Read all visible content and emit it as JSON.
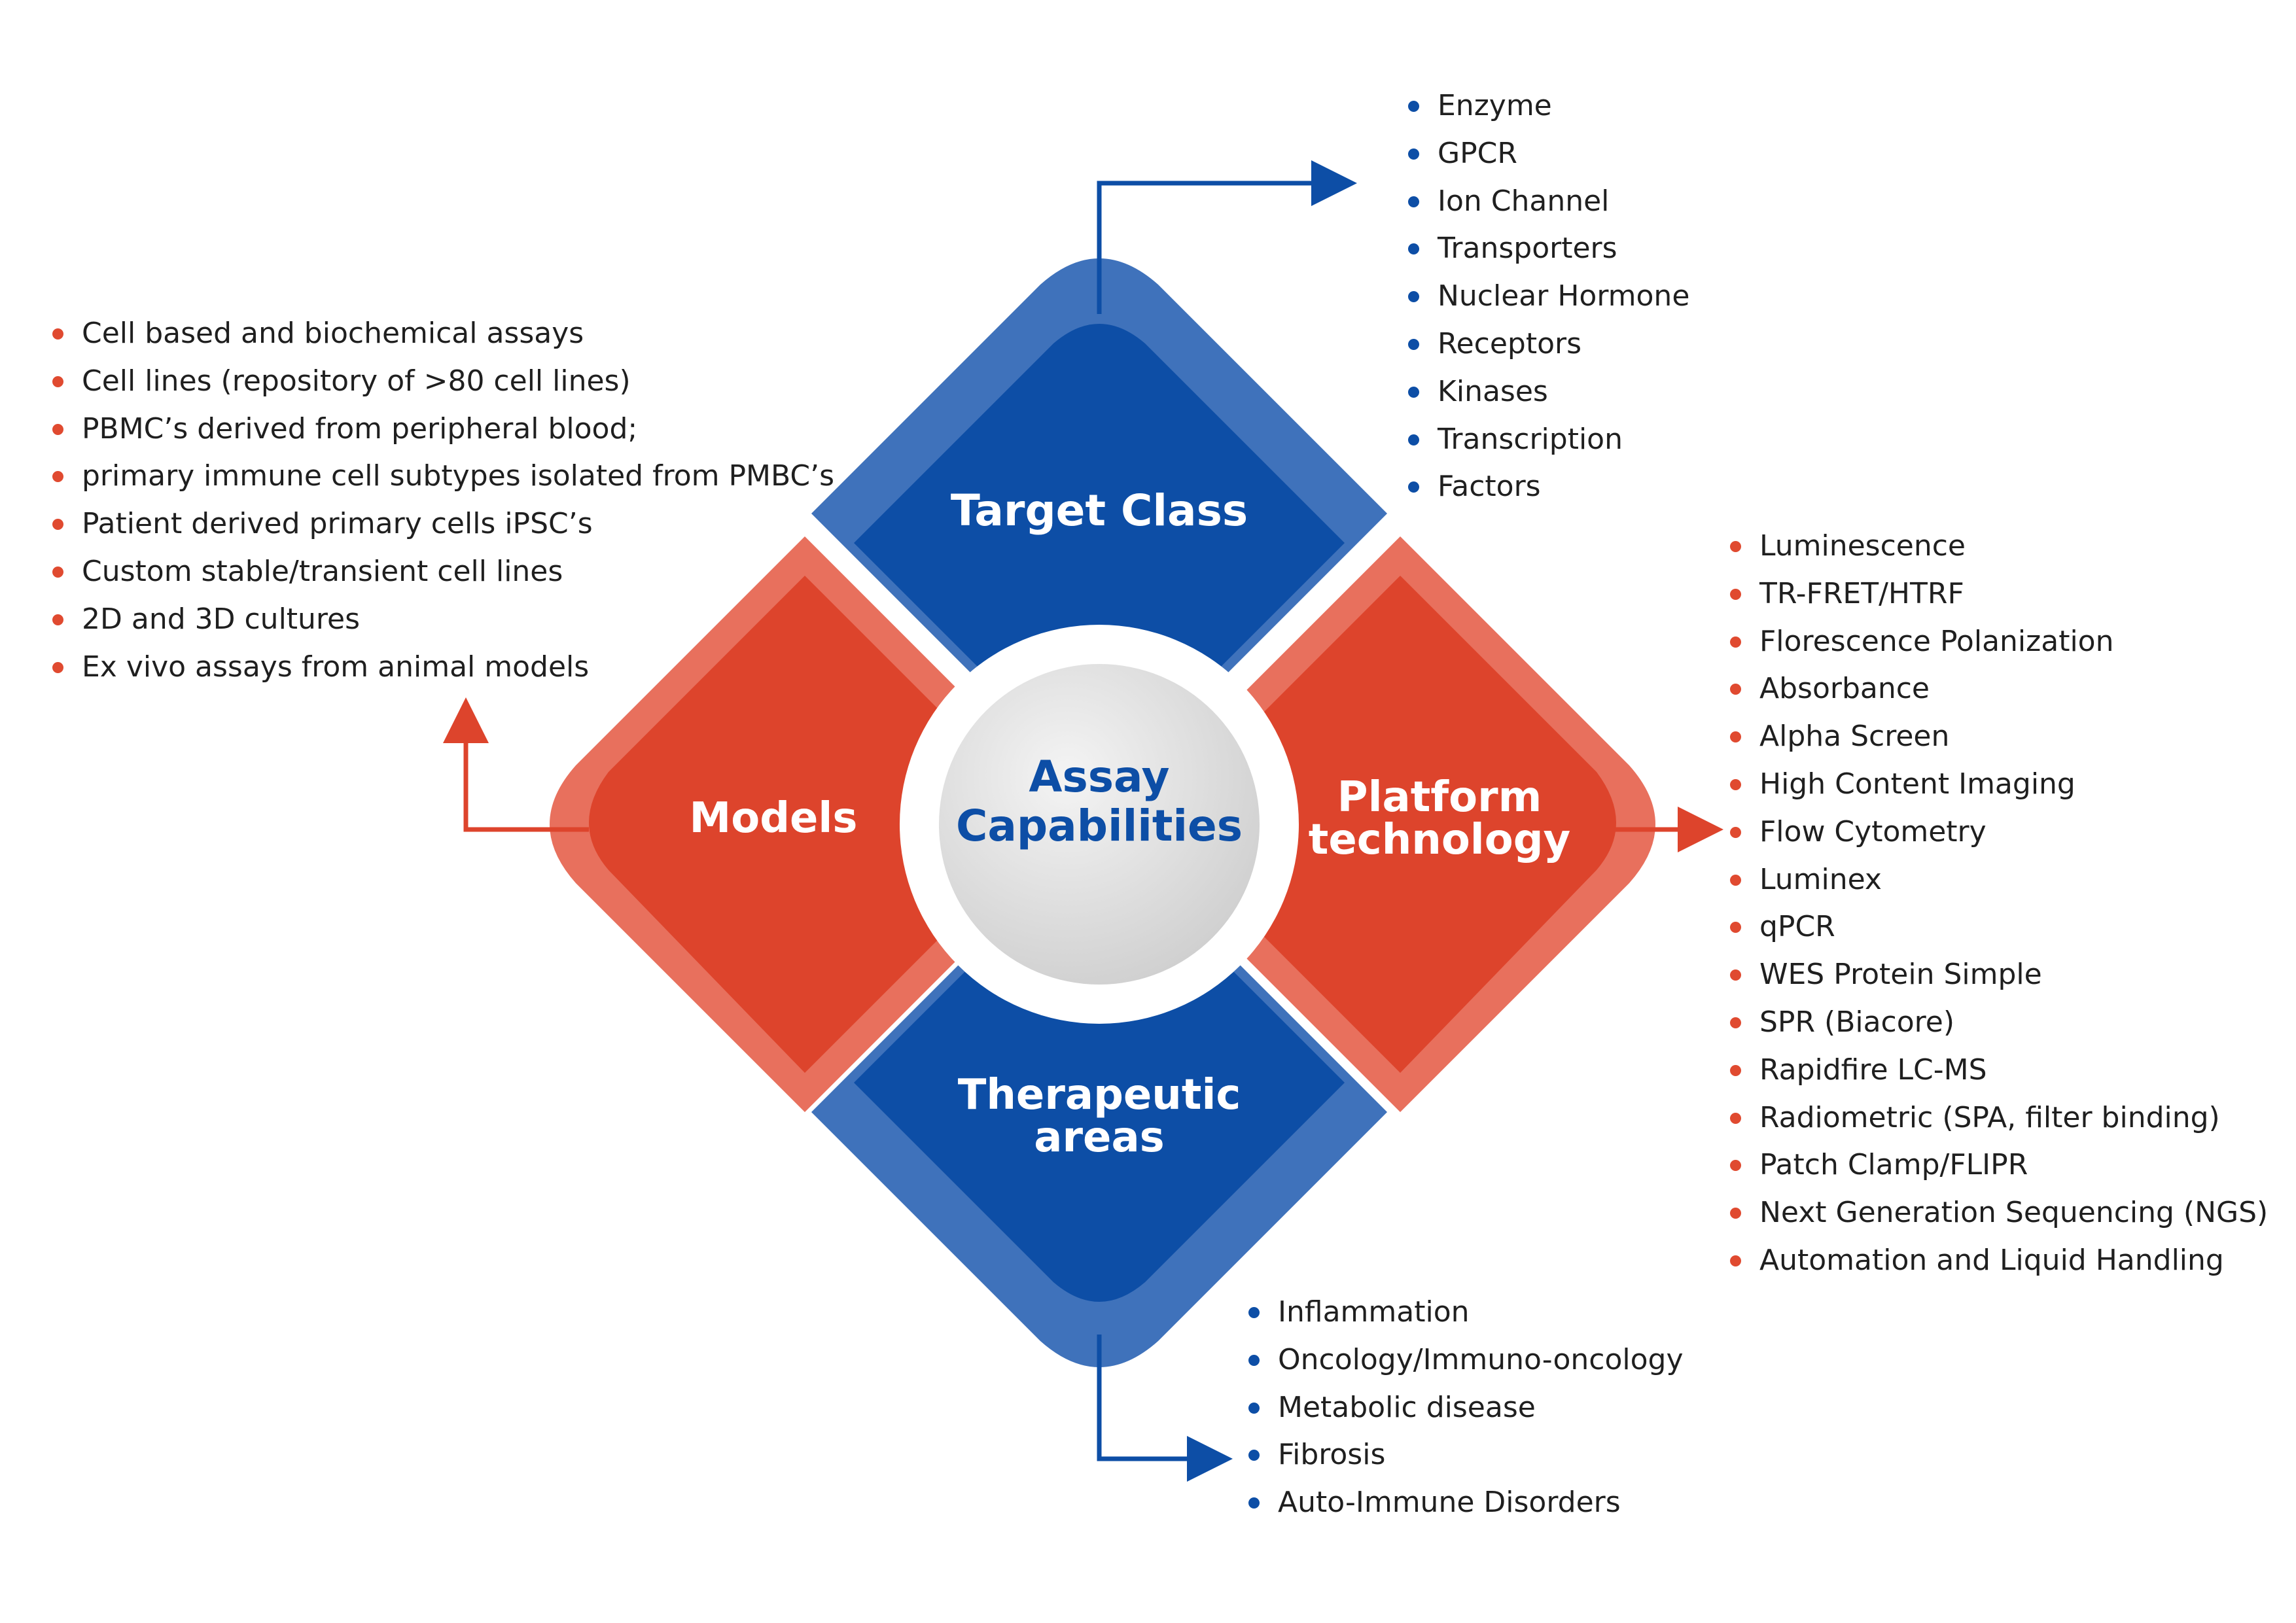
{
  "center": {
    "line1": "Assay",
    "line2": "Capabilities"
  },
  "quadrants": {
    "target_class": {
      "label": "Target Class"
    },
    "models": {
      "label": "Models"
    },
    "platform": {
      "line1": "Platform",
      "line2": "technology"
    },
    "therapeutic": {
      "line1": "Therapeutic",
      "line2": "areas"
    }
  },
  "lists": {
    "target_class": [
      "Enzyme",
      "GPCR",
      "Ion Channel",
      "Transporters",
      "Nuclear Hormone",
      "Receptors",
      "Kinases",
      "Transcription",
      "Factors"
    ],
    "models": [
      "Cell based and biochemical assays",
      "Cell lines (repository of >80 cell lines)",
      "PBMC’s derived from peripheral blood;",
      "primary immune cell subtypes isolated from PMBC’s",
      "Patient derived primary cells iPSC’s",
      "Custom stable/transient cell lines",
      "2D and 3D cultures",
      "Ex vivo assays from animal models"
    ],
    "platform": [
      "Luminescence",
      "TR-FRET/HTRF",
      "Florescence Polanization",
      "Absorbance",
      "Alpha Screen",
      "High Content Imaging",
      "Flow Cytometry",
      "Luminex",
      "qPCR",
      "WES Protein Simple",
      "SPR (Biacore)",
      "Rapidfire LC-MS",
      "Radiometric (SPA, filter binding)",
      "Patch Clamp/FLIPR",
      "Next Generation Sequencing (NGS)",
      "Automation and Liquid Handling"
    ],
    "therapeutic": [
      "Inflammation",
      "Oncology/Immuno-oncology",
      "Metabolic disease",
      "Fibrosis",
      "Auto-Immune Disorders"
    ]
  },
  "colors": {
    "blue": "#0d4ea6",
    "blue_light": "#3f72bb",
    "red": "#dd442c",
    "red_light": "#e8705d",
    "center_gray": "#dcdcdc"
  }
}
